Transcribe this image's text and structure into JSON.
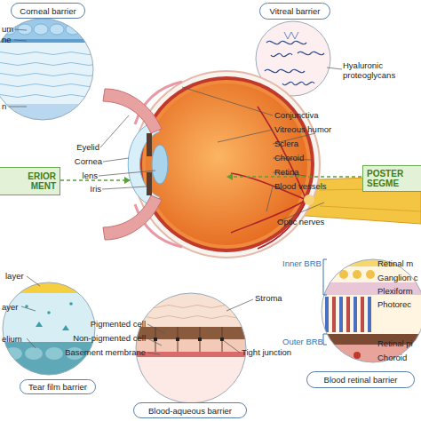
{
  "diagram": {
    "nodes": [
      {
        "text": [
          "Corneal barrier"
        ]
      },
      {
        "text": [
          "Vitreal barrier"
        ]
      },
      {
        "text": [
          "ERIOR MENT"
        ]
      },
      {
        "text": [
          "POSTER SEGME"
        ]
      },
      {
        "text": [
          "Tear film barrier"
        ]
      },
      {
        "text": [
          "Blood-aqueous barrier"
        ]
      },
      {
        "text": [
          "Blood retinal barrier"
        ]
      }
    ],
    "labels": [
      "um",
      "ne",
      "Hyaluronic proteoglycans",
      "n",
      "Conjunctiva",
      "Vitreous humor",
      "Sclera",
      "Choroid",
      "Retina",
      "Blood vessels",
      "Eyelid",
      "Cornea",
      "lens",
      "Iris",
      "Optic nerves",
      "Inner BRB",
      "Retinal m",
      "Ganglion c",
      "layer",
      "Plexiform",
      "Photorec",
      "Stroma",
      "ayer",
      "Pigmented cell",
      "Non-pigmented cell",
      "elium",
      "Outer BRB",
      "Retinal pi",
      "Basement membrane",
      "Tight junction",
      "Choroid"
    ]
  }
}
